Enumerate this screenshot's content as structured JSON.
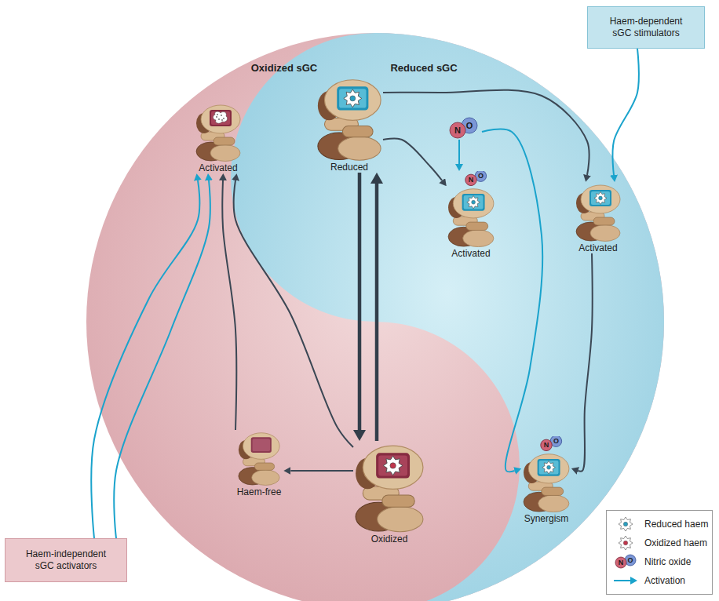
{
  "diagram": {
    "nodes": [
      {
        "text": [
          "Oxidized sGC"
        ]
      },
      {
        "text": [
          "Reduced sGC"
        ]
      },
      {
        "text": [
          "Activated"
        ],
        "in": 0
      },
      {
        "text": [
          "Reduced"
        ],
        "in": 1
      },
      {
        "text": [
          "N",
          "O"
        ],
        "in": 1
      },
      {
        "text": [
          "Activated"
        ],
        "in": 1
      },
      {
        "text": [
          "Activated"
        ],
        "in": 1
      },
      {
        "text": [
          "Haem-dependent sGC stimulators"
        ]
      },
      {
        "text": [
          "Haem-free"
        ],
        "in": 0
      },
      {
        "text": [
          "Oxidized"
        ],
        "in": 0
      },
      {
        "text": [
          "Synergism"
        ],
        "in": 1
      },
      {
        "text": [
          "Haem-independent sGC activators"
        ]
      }
    ],
    "edges": [
      {
        "from": 3,
        "to": 9,
        "arrow": "to"
      },
      {
        "from": 9,
        "to": 3,
        "arrow": "to"
      },
      {
        "from": 3,
        "to": 5,
        "arrow": "to"
      },
      {
        "from": 3,
        "to": 6,
        "arrow": "to"
      },
      {
        "from": 4,
        "to": 5,
        "arrow": "to"
      },
      {
        "from": 4,
        "to": 10,
        "arrow": "to"
      },
      {
        "from": 7,
        "to": 6,
        "arrow": "to"
      },
      {
        "from": 6,
        "to": 10,
        "arrow": "to"
      },
      {
        "from": 9,
        "to": 8,
        "arrow": "to"
      },
      {
        "from": 8,
        "to": 2,
        "arrow": "to"
      },
      {
        "from": 9,
        "to": 2,
        "arrow": "to"
      },
      {
        "from": 11,
        "to": 2,
        "arrow": "to"
      },
      {
        "from": 11,
        "to": 2,
        "arrow": "to"
      }
    ],
    "labels": [
      "N",
      "O",
      "N",
      "O",
      "N",
      "O"
    ],
    "legend": [
      {
        "text": "Reduced haem"
      },
      {
        "text": "Oxidized haem"
      },
      {
        "text": "Nitric oxide"
      },
      {
        "text": "Activation"
      }
    ]
  }
}
